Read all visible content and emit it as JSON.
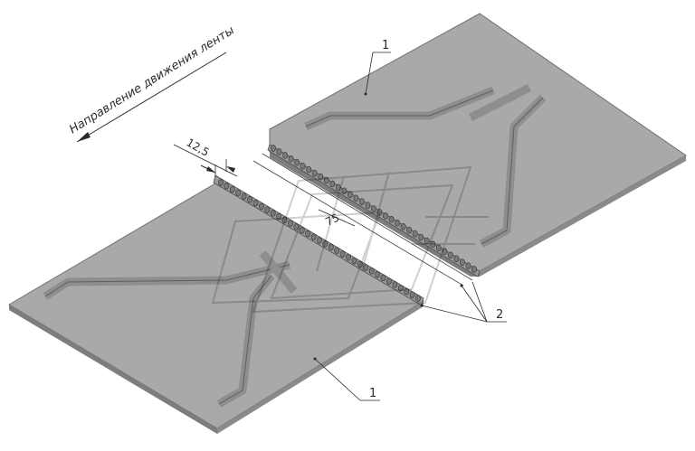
{
  "direction_label": "Направление движения ленты",
  "dimension_top": "12,5",
  "dimension_middle": "75",
  "callouts": {
    "plate_top": "1",
    "plate_bottom": "1",
    "fasteners": "2"
  },
  "colors": {
    "plate": "#a9a9a9",
    "plate_edge": "#7d7d7d",
    "rib": "#8e8e8e",
    "line": "#2a2a2a"
  }
}
